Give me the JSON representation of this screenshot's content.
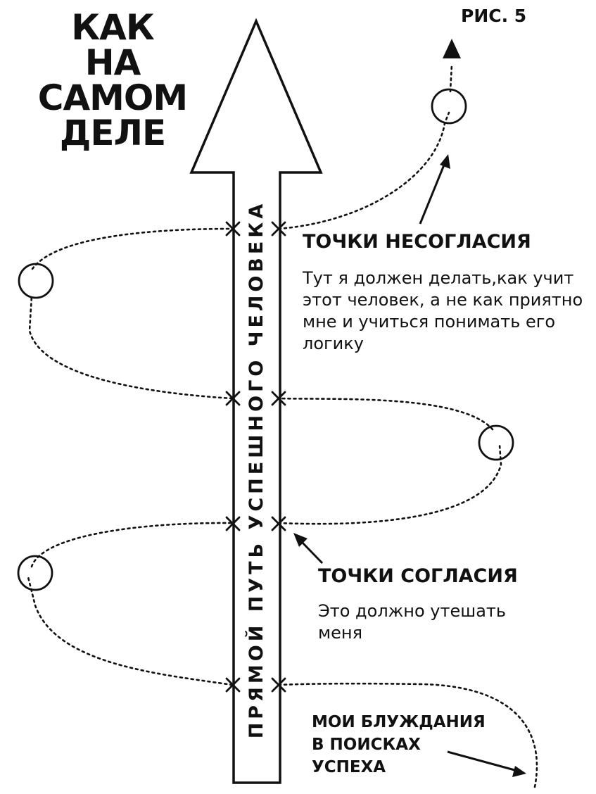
{
  "title": {
    "line1": "КАК",
    "line2": "НА САМОМ",
    "line3": "ДЕЛЕ"
  },
  "figure_label": "РИС. 5",
  "arrow_label": "ПРЯМОЙ ПУТЬ УСПЕШНОГО ЧЕЛОВЕКА",
  "disagreement": {
    "heading": "ТОЧКИ НЕСОГЛАСИЯ",
    "text": "Тут я должен делать,как учит этот человек, а не как приятно мне и учиться понимать его логику"
  },
  "agreement": {
    "heading": "ТОЧКИ СОГЛАСИЯ",
    "text": "Это должно утешать меня"
  },
  "wandering": {
    "line1": "МОИ БЛУЖДАНИЯ",
    "line2": "В ПОИСКАХ",
    "line3": "УСПЕХА"
  },
  "colors": {
    "ink": "#111111",
    "background": "#ffffff"
  }
}
